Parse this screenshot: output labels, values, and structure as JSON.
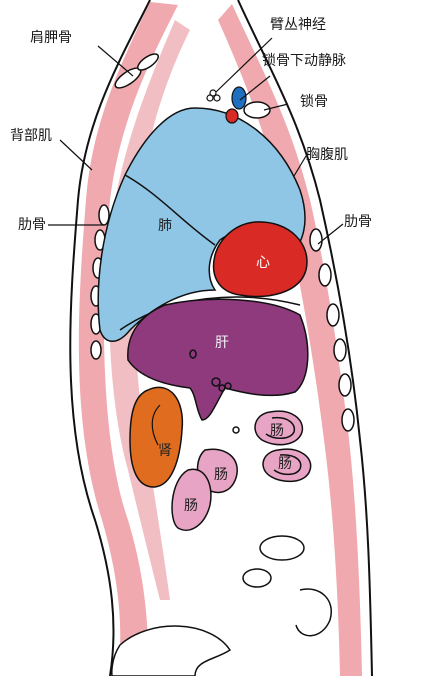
{
  "labels": {
    "scapula": "肩胛骨",
    "brachial_plexus": "臂丛神经",
    "subclavian_vein": "锁骨下动静脉",
    "clavicle": "锁骨",
    "back_muscle": "背部肌",
    "thoracoabdominal_muscle": "胸腹肌",
    "rib_left": "肋骨",
    "rib_right": "肋骨"
  },
  "organs": {
    "lung": "肺",
    "heart": "心",
    "liver": "肝",
    "kidney": "肾",
    "intestine_1": "肠",
    "intestine_2": "肠",
    "intestine_3": "肠",
    "intestine_4": "肠"
  },
  "colors": {
    "muscle": "#f0a9ae",
    "muscle_dark": "#e58a92",
    "lung": "#8fc6e6",
    "heart": "#d92a25",
    "liver": "#8e3a7d",
    "kidney": "#e06d1f",
    "intestine": "#e8a4c4",
    "vein": "#1f6fc0",
    "artery": "#d92a25"
  }
}
